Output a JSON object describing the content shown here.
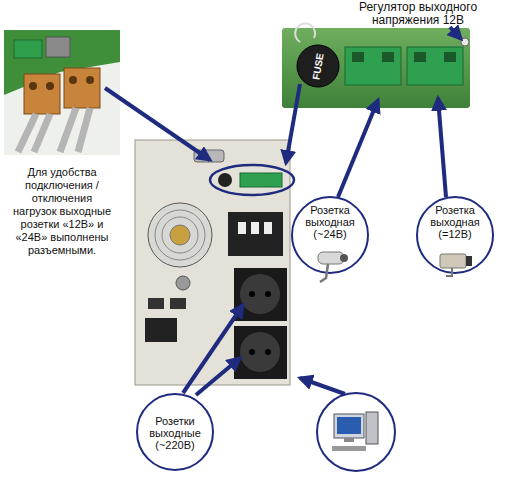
{
  "diagram": {
    "nodes": [
      {
        "text": [
          "Розетка выходная (~24В)"
        ]
      },
      {
        "text": [
          "Розетка выходная (=12В)"
        ]
      },
      {
        "text": [
          "Розетки выходные (~220В)"
        ]
      }
    ],
    "labels": [
      "Регулятор выходного напряжения 12В",
      "Для удобства подключения / отключения нагрузок выходные розетки «12В» и «24В» выполнены разъемными.",
      "FUSE"
    ]
  }
}
